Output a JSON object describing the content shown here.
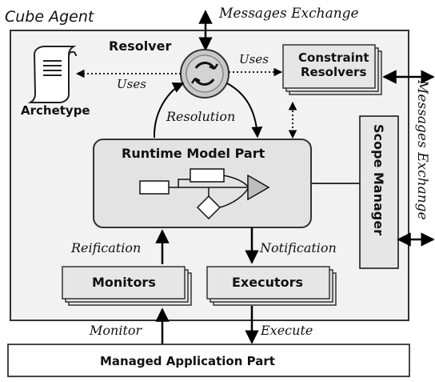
{
  "container_title": "Cube Agent",
  "top_exchange_label": "Messages Exchange",
  "right_exchange_label": "Messages Exchange",
  "resolver": {
    "title": "Resolver"
  },
  "archetype": {
    "title": "Archetype"
  },
  "constraint_resolvers": {
    "line1": "Constraint",
    "line2": "Resolvers"
  },
  "uses_archetype": "Uses",
  "uses_constraint": "Uses",
  "resolution": "Resolution",
  "runtime_model": {
    "title": "Runtime Model Part"
  },
  "scope_manager": {
    "title": "Scope Manager"
  },
  "reification": "Reification",
  "notification": "Notification",
  "monitors": {
    "title": "Monitors"
  },
  "executors": {
    "title": "Executors"
  },
  "monitor_label": "Monitor",
  "execute_label": "Execute",
  "managed_app": {
    "title": "Managed Application Part"
  },
  "colors": {
    "box_fill": "#e6e6e6",
    "resolver_fill": "#c8c8c8",
    "stroke": "#333333"
  }
}
